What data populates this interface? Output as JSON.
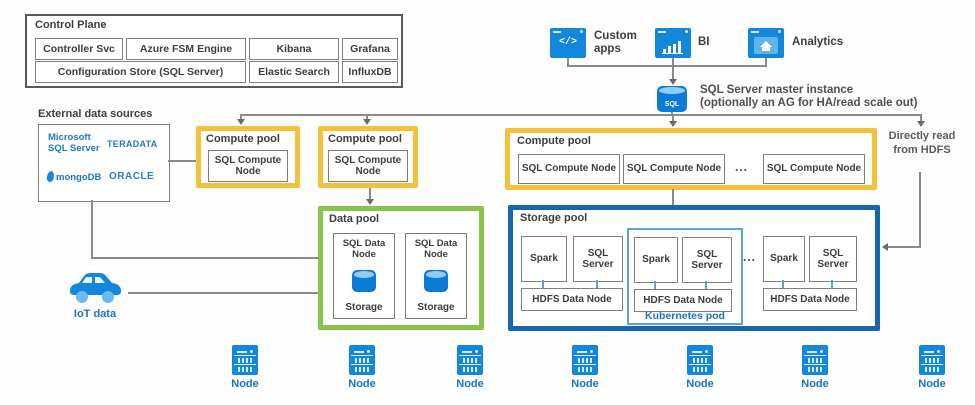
{
  "control_plane": {
    "title": "Control Plane",
    "row1": [
      "Controller Svc",
      "Azure FSM Engine",
      "Kibana",
      "Grafana"
    ],
    "row2": [
      "Configuration Store (SQL Server)",
      "Elastic Search",
      "InfluxDB"
    ]
  },
  "apps": [
    {
      "label": "Custom apps",
      "glyph": "</>"
    },
    {
      "label": "BI"
    },
    {
      "label": "Analytics"
    }
  ],
  "master": {
    "icon_label": "SQL",
    "line1": "SQL Server master instance",
    "line2": "(optionally an AG for HA/read scale out)"
  },
  "external_sources": {
    "title": "External data sources",
    "microsoft_line1": "Microsoft",
    "microsoft_line2": "SQL Server",
    "teradata": "TERADATA",
    "mongodb": "mongoDB",
    "oracle": "ORACLE"
  },
  "compute_pools": [
    {
      "title": "Compute pool",
      "nodes": [
        "SQL Compute Node"
      ]
    },
    {
      "title": "Compute pool",
      "nodes": [
        "SQL Compute Node"
      ]
    },
    {
      "title": "Compute pool",
      "nodes": [
        "SQL Compute Node",
        "SQL Compute Node",
        "SQL Compute Node"
      ],
      "ellipsis": "..."
    }
  ],
  "data_pool": {
    "title": "Data pool",
    "nodes": [
      {
        "label": "SQL Data Node",
        "storage": "Storage"
      },
      {
        "label": "SQL Data Node",
        "storage": "Storage"
      }
    ]
  },
  "storage_pool": {
    "title": "Storage pool",
    "ellipsis": "...",
    "kubernetes_label": "Kubernetes pod",
    "groups": [
      {
        "spark": "Spark",
        "sql": "SQL Server",
        "hdfs": "HDFS Data Node"
      },
      {
        "spark": "Spark",
        "sql": "SQL Server",
        "hdfs": "HDFS Data Node"
      },
      {
        "spark": "Spark",
        "sql": "SQL Server",
        "hdfs": "HDFS Data Node"
      }
    ]
  },
  "iot": {
    "label": "IoT data"
  },
  "hdfs_note": "Directly read from HDFS",
  "nodes": [
    "Node",
    "Node",
    "Node",
    "Node",
    "Node",
    "Node",
    "Node"
  ],
  "colors": {
    "compute_pool_border": "#F5C13C",
    "data_pool_border": "#88C34A",
    "storage_pool_border": "#1566AC",
    "kubernetes_border": "#5BA3D9",
    "icon_blue": "#1287DB",
    "label_blue": "#1B75BB",
    "logo_blue": "#1E78C8",
    "line_gray": "#8a8a8a"
  }
}
